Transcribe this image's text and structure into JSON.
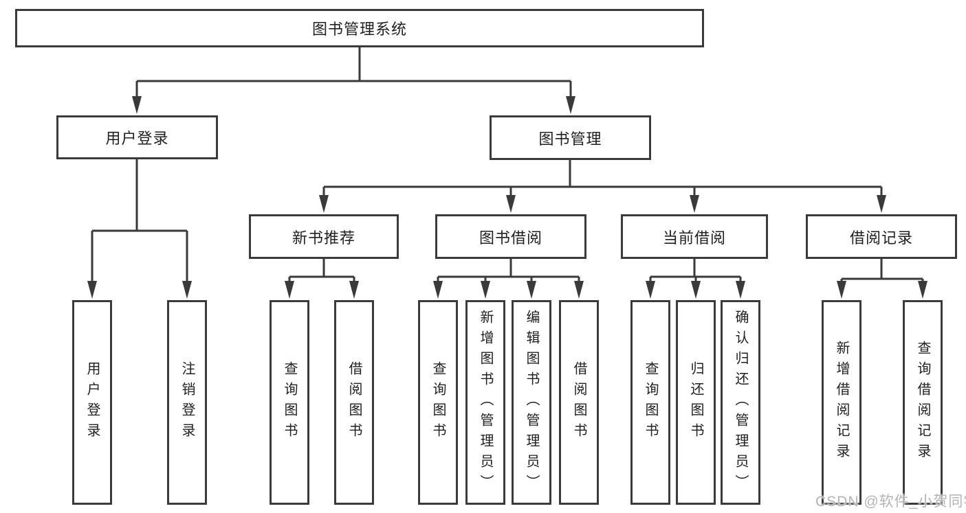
{
  "diagram": {
    "title_node": {
      "label": "图书管理系统"
    },
    "level2": [
      {
        "label": "用户登录"
      },
      {
        "label": "图书管理"
      }
    ],
    "level3": [
      {
        "label": "新书推荐"
      },
      {
        "label": "图书借阅"
      },
      {
        "label": "当前借阅"
      },
      {
        "label": "借阅记录"
      }
    ],
    "leaves": [
      {
        "label": "用户登录",
        "parent": "用户登录"
      },
      {
        "label": "注销登录",
        "parent": "用户登录"
      },
      {
        "label": "查询图书",
        "parent": "新书推荐"
      },
      {
        "label": "借阅图书",
        "parent": "新书推荐"
      },
      {
        "label": "查询图书",
        "parent": "图书借阅"
      },
      {
        "label": "新增图书（管理员）",
        "parent": "图书借阅"
      },
      {
        "label": "编辑图书（管理员）",
        "parent": "图书借阅"
      },
      {
        "label": "借阅图书",
        "parent": "图书借阅"
      },
      {
        "label": "查询图书",
        "parent": "当前借阅"
      },
      {
        "label": "归还图书",
        "parent": "当前借阅"
      },
      {
        "label": "确认归还（管理员）",
        "parent": "当前借阅"
      },
      {
        "label": "新增借阅记录",
        "parent": "借阅记录"
      },
      {
        "label": "查询借阅记录",
        "parent": "借阅记录"
      }
    ],
    "watermark": "CSDN @软件_小贺同学",
    "colors": {
      "line": "#3a3a3a",
      "text": "#1f1f1f",
      "watermark": "#b4b4b4",
      "background": "#ffffff"
    }
  }
}
